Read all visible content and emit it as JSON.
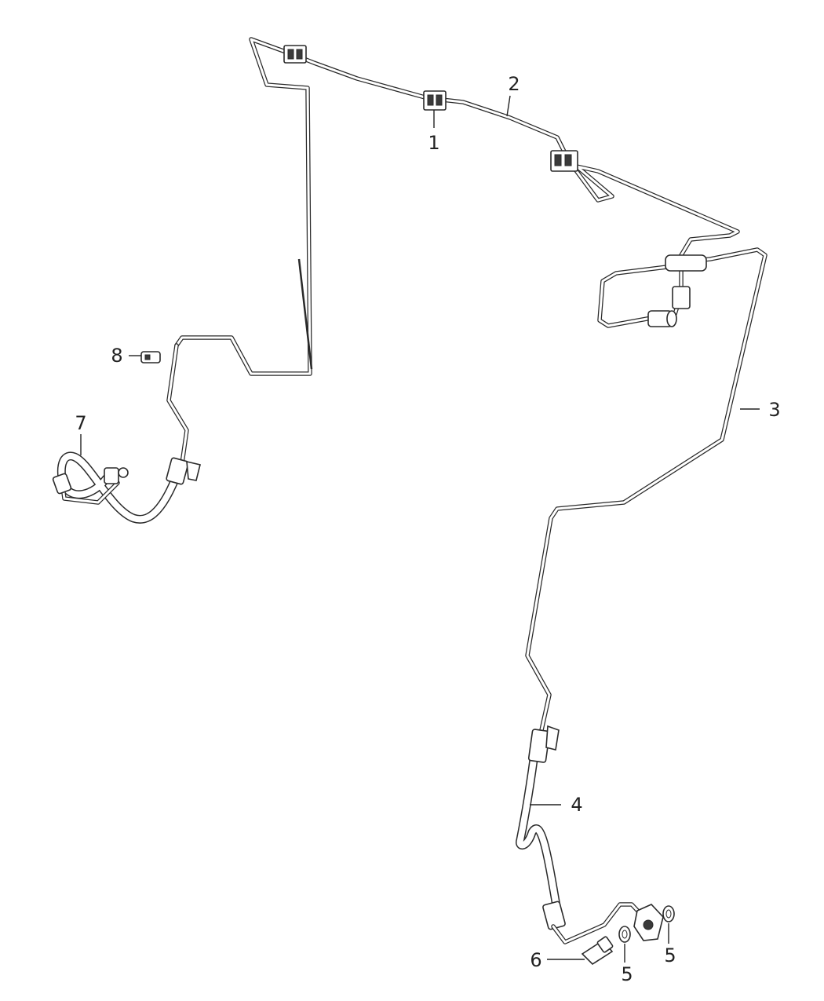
{
  "callouts": {
    "c1": "1",
    "c2": "2",
    "c3": "3",
    "c4": "4",
    "c5a": "5",
    "c5b": "5",
    "c6": "6",
    "c7": "7",
    "c8": "8"
  },
  "colors": {
    "line": "#2a2a2a",
    "background": "#ffffff"
  }
}
